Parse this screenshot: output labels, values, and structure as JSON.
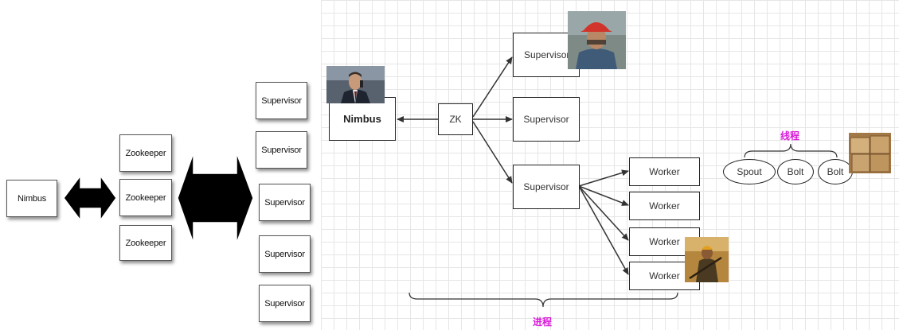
{
  "left_diagram": {
    "nimbus": "Nimbus",
    "zookeepers": [
      "Zookeeper",
      "Zookeeper",
      "Zookeeper"
    ],
    "supervisors": [
      "Supervisor",
      "Supervisor",
      "Supervisor",
      "Supervisor",
      "Supervisor"
    ]
  },
  "right_diagram": {
    "nimbus": "Nimbus",
    "zk": "ZK",
    "supervisors": [
      "Supervisor",
      "Supervisor",
      "Supervisor"
    ],
    "workers": [
      "Worker",
      "Worker",
      "Worker",
      "Worker"
    ],
    "thread_items": [
      "Spout",
      "Bolt",
      "Bolt"
    ],
    "thread_label": "线程",
    "process_label": "进程"
  },
  "colors": {
    "annotation": "#d81ad8",
    "grid": "#e6e6e6",
    "arrow": "#333333"
  }
}
